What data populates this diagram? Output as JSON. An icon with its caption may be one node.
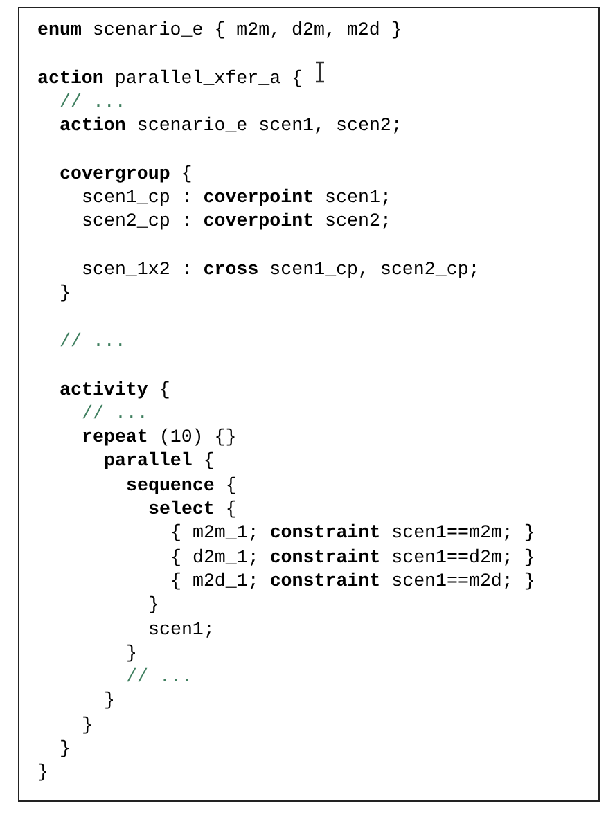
{
  "diagram": {
    "labels": [
      "**enum** scenario_e { m2m, d2m, m2d }",
      "**action** parallel_xfer_a {",
      "// ...",
      "**action** scenario_e scen1, scen2;",
      "**covergroup** {",
      "scen1_cp : **coverpoint** scen1;",
      "scen2_cp : **coverpoint** scen2;",
      "scen_1x2 : **cross** scen1_cp, scen2_cp;",
      "}",
      "// ...",
      "**activity** {",
      "// ...",
      "**repeat** (10) {}",
      "**parallel** {",
      "**sequence** {",
      "**select** {",
      "{ m2m_1; **constraint** scen1==m2m; }",
      "{ d2m_1; **constraint** scen1==d2m; }",
      "{ m2d_1; **constraint** scen1==m2d; }",
      "}",
      "scen1;",
      "}",
      "// ...",
      "}",
      "}",
      "}",
      "}"
    ]
  }
}
